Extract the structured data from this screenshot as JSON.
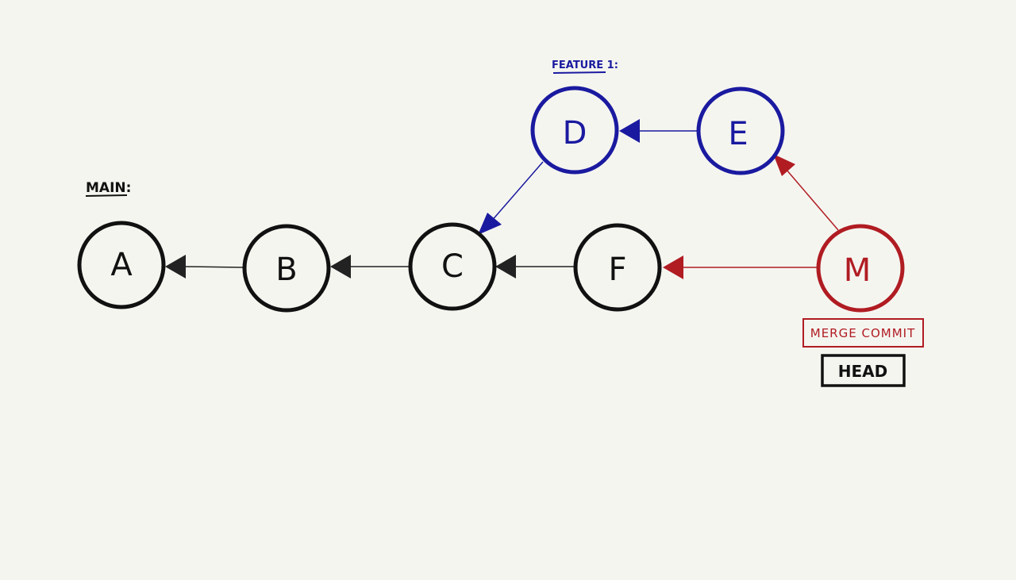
{
  "branches": {
    "main": "MAIN:",
    "feature": "FEATURE 1:"
  },
  "nodes": {
    "A": "A",
    "B": "B",
    "C": "C",
    "F": "F",
    "D": "D",
    "E": "E",
    "M": "M"
  },
  "annotations": {
    "merge_commit": "MERGE COMMIT",
    "head": "HEAD"
  },
  "colors": {
    "main": "#111111",
    "feature": "#1a1aa0",
    "merge": "#b01c22",
    "background": "#f5f5f0"
  }
}
